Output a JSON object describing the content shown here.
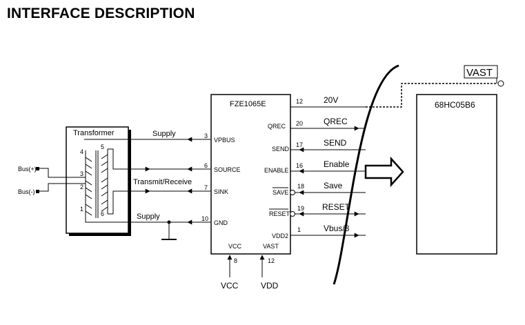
{
  "title": "INTERFACE DESCRIPTION",
  "transformer": {
    "label": "Transformer",
    "pins": {
      "p1": "1",
      "p2": "2",
      "p3": "3",
      "p4": "4",
      "p5": "5",
      "p6": "6"
    }
  },
  "bus": {
    "plus": "Bus(+)",
    "minus": "Bus(-)"
  },
  "ic": {
    "name": "FZE1065E",
    "left_pins": [
      {
        "num": "3",
        "name": "VPBUS"
      },
      {
        "num": "6",
        "name": "SOURCE"
      },
      {
        "num": "7",
        "name": "SINK"
      },
      {
        "num": "10",
        "name": "GND"
      }
    ],
    "right_pins": [
      {
        "num": "12",
        "name": ""
      },
      {
        "num": "20",
        "name": "QREC"
      },
      {
        "num": "17",
        "name": "SEND"
      },
      {
        "num": "16",
        "name": "ENABLE"
      },
      {
        "num": "18",
        "name": "SAVE"
      },
      {
        "num": "19",
        "name": "RESET"
      },
      {
        "num": "1",
        "name": "VDD2"
      }
    ],
    "bottom_pins": [
      {
        "num": "8",
        "name": "VCC"
      },
      {
        "num": "12",
        "name": "VAST"
      }
    ]
  },
  "wires": {
    "supply_top": "Supply",
    "transmit_receive": "Transmit/Receive",
    "supply_bottom": "Supply"
  },
  "signals": [
    "20V",
    "QREC",
    "SEND",
    "Enable",
    "Save",
    "RESET",
    "Vbus/8"
  ],
  "supplies": {
    "vcc": "VCC",
    "vdd": "VDD"
  },
  "mcu": {
    "name": "68HC05B6"
  },
  "vast_label": "VAST"
}
